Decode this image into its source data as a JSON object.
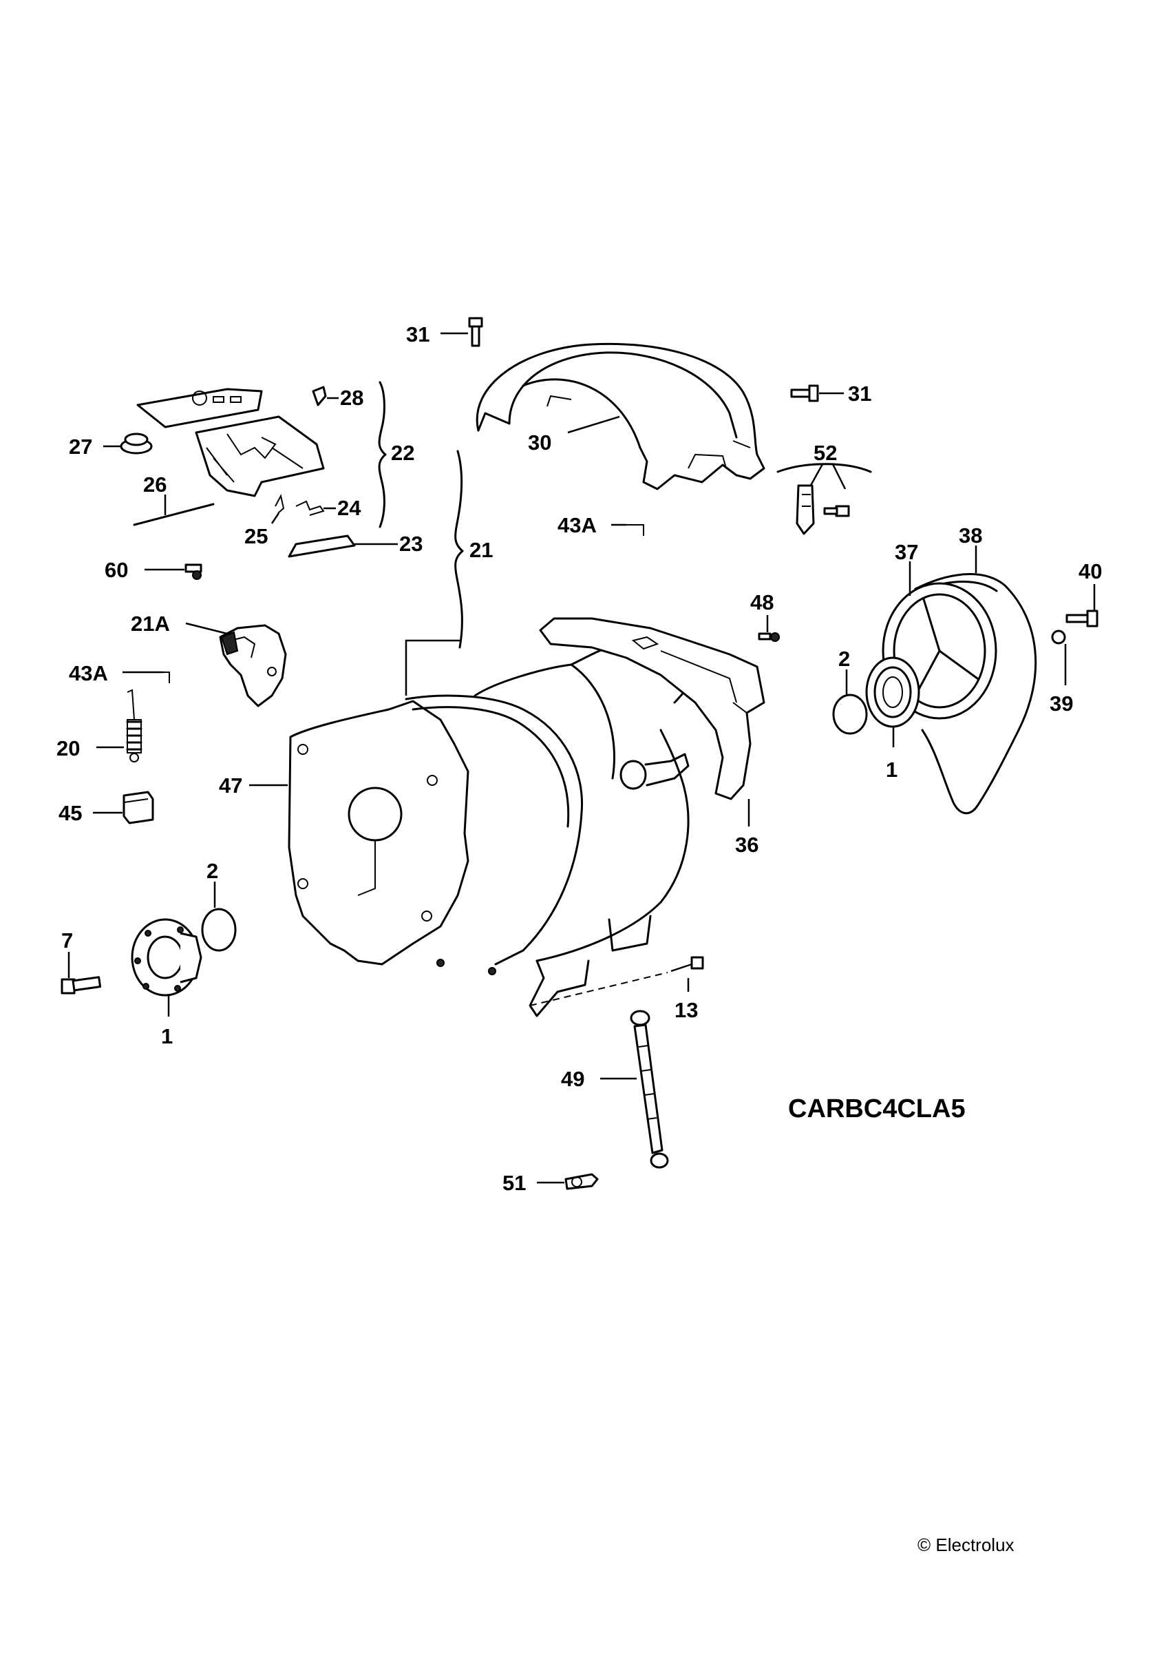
{
  "diagram": {
    "code": "CARBC4CLA5",
    "copyright": "© Electrolux",
    "labels": {
      "p31a": "31",
      "p31b": "31",
      "p28": "28",
      "p22": "22",
      "p27": "27",
      "p30": "30",
      "p52": "52",
      "p26": "26",
      "p24": "24",
      "p25": "25",
      "p23": "23",
      "p21": "21",
      "p43Aa": "43A",
      "p60": "60",
      "p37": "37",
      "p38": "38",
      "p40": "40",
      "p48": "48",
      "p21A": "21A",
      "p2a": "2",
      "p43Ab": "43A",
      "p39": "39",
      "p20": "20",
      "p1a": "1",
      "p47": "47",
      "p45": "45",
      "p2b": "2",
      "p36": "36",
      "p7": "7",
      "p1b": "1",
      "p13": "13",
      "p49": "49",
      "p51": "51"
    }
  }
}
